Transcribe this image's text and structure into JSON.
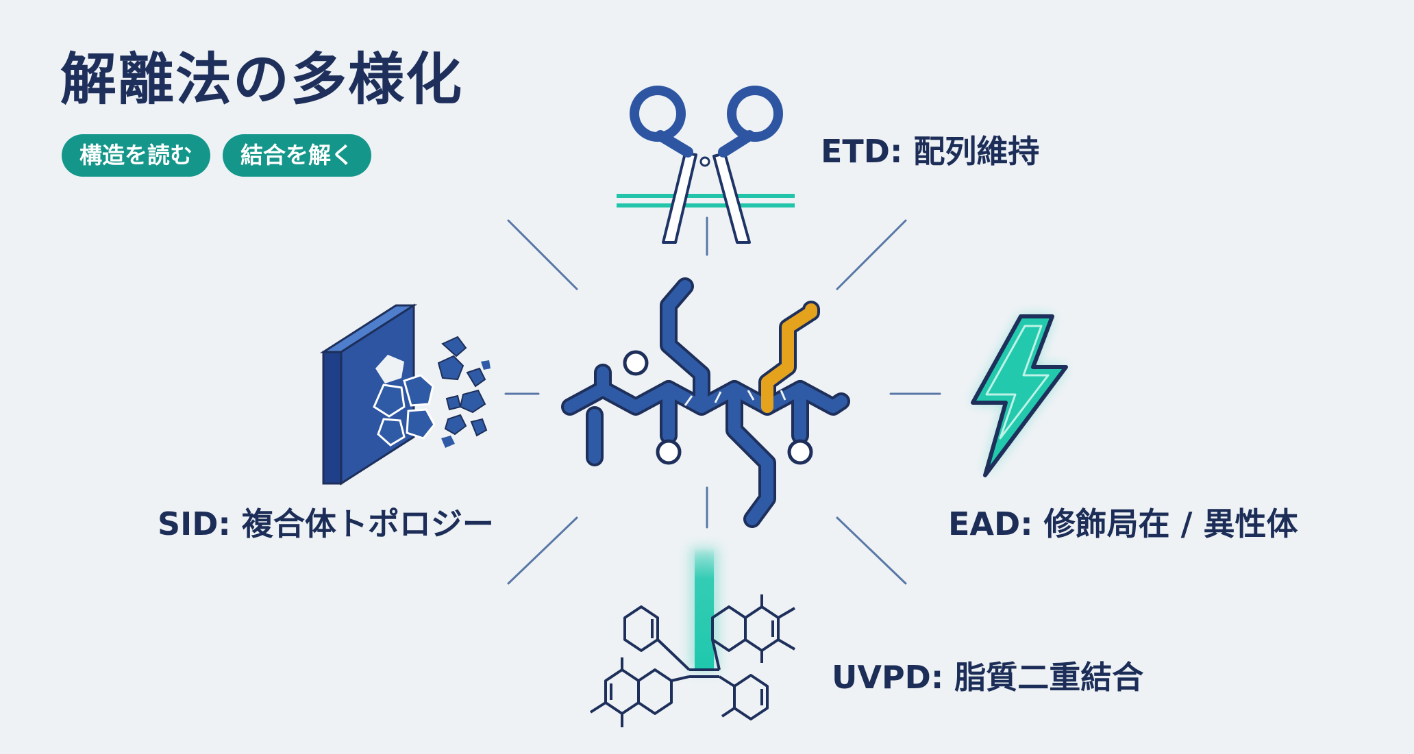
{
  "title": "解離法の多様化",
  "tags": [
    "構造を読む",
    "結合を解く"
  ],
  "methods": {
    "etd": "ETD: 配列維持",
    "sid": "SID: 複合体トポロジー",
    "ead": "EAD: 修飾局在 / 異性体",
    "uvpd": "UVPD: 脂質二重結合"
  },
  "colors": {
    "navy": "#1d2f5a",
    "blue": "#2f5aa5",
    "teal": "#1fc8ad",
    "tag_teal": "#14968a",
    "gold": "#e0a21c",
    "background": "#eef2f5"
  },
  "icons": {
    "etd": "scissors-cutting-line-icon",
    "sid": "wall-shatter-icon",
    "ead": "lightning-bolt-icon",
    "uvpd": "uv-beam-on-lipid-icon",
    "center": "peptide-molecule-icon"
  }
}
